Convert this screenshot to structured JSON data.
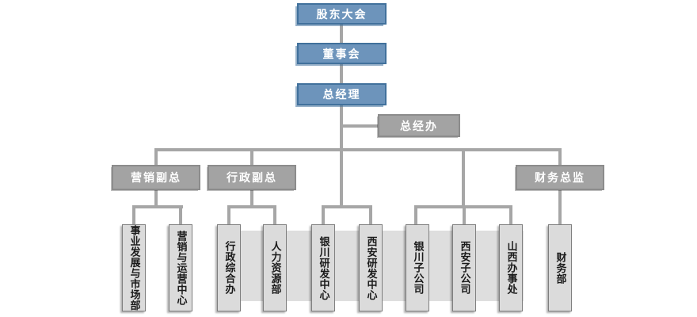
{
  "diagram": {
    "type": "org-chart",
    "governance": [
      "股东大会",
      "董事会",
      "总经理"
    ],
    "staff_office": {
      "label": "总经办"
    },
    "executives": [
      {
        "label": "营销副总",
        "departments": [
          "事业发展与市场部",
          "营销与运营中心"
        ]
      },
      {
        "label": "行政副总",
        "departments": [
          "行政综合办",
          "人力资源部"
        ]
      },
      {
        "label": "财务总监",
        "departments": [
          "财务部"
        ]
      }
    ],
    "direct_groups": [
      {
        "departments": [
          "银川研发中心",
          "西安研发中心"
        ]
      },
      {
        "departments": [
          "银川子公司",
          "西安子公司",
          "山西办事处"
        ]
      }
    ],
    "colors": {
      "primary_fill": "#6D94BB",
      "primary_border": "#41719C",
      "exec_fill": "#A3A3A3",
      "exec_border": "#8C8C8C",
      "leaf_fill": "#DBDBDB",
      "leaf_border": "#7F7F7F",
      "band_fill": "#DEDEDE",
      "connector": "#A6A6A6",
      "text_light": "#FFFFFF",
      "text_dark": "#1A1A1A"
    }
  }
}
